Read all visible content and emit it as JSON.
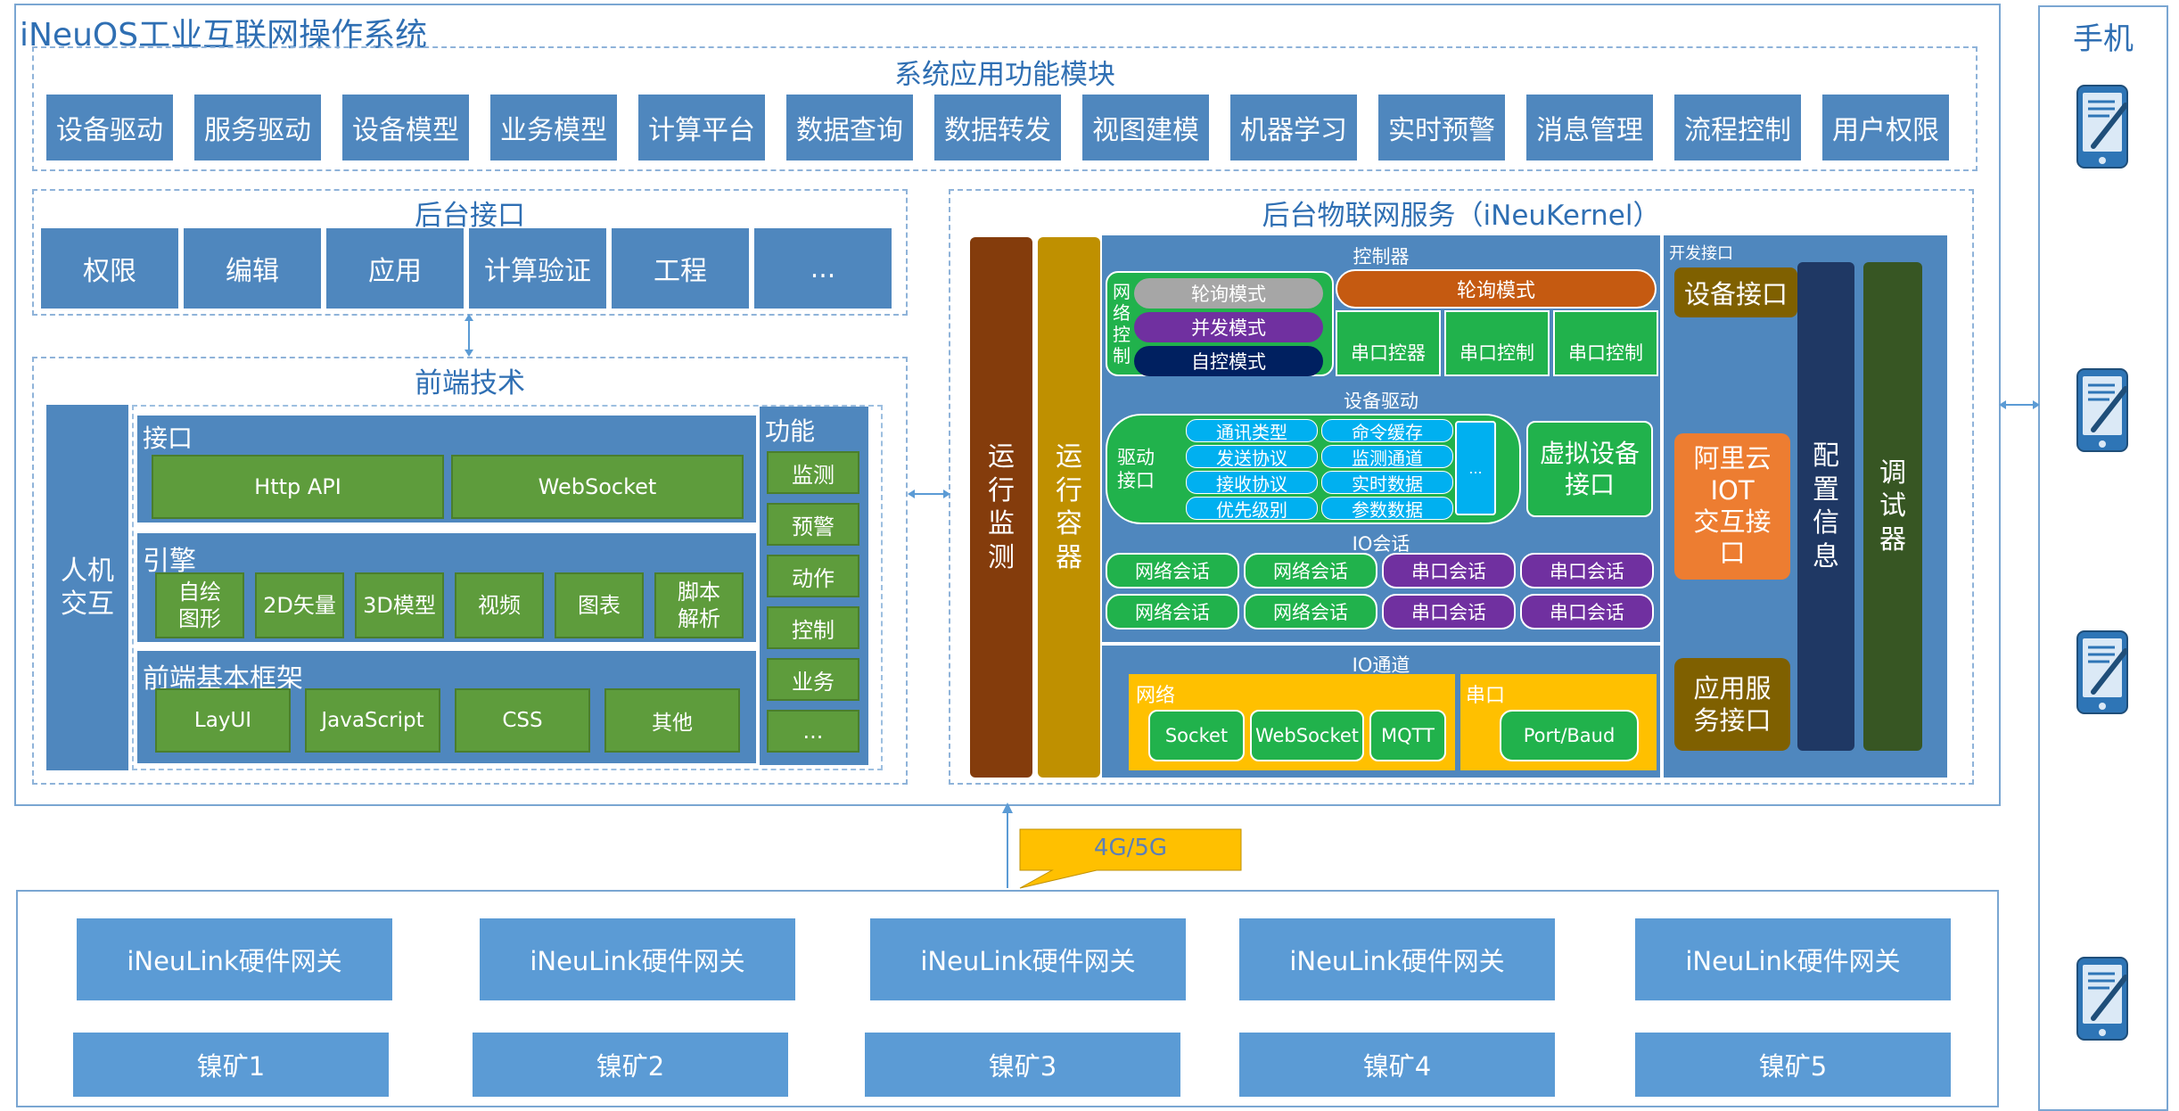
{
  "title": "iNeuOS工业互联网操作系统",
  "modules": {
    "title": "系统应用功能模块",
    "items": [
      "设备驱动",
      "服务驱动",
      "设备模型",
      "业务模型",
      "计算平台",
      "数据查询",
      "数据转发",
      "视图建模",
      "机器学习",
      "实时预警",
      "消息管理",
      "流程控制",
      "用户权限"
    ]
  },
  "backend": {
    "title": "后台接口",
    "items": [
      "权限",
      "编辑",
      "应用",
      "计算验证",
      "工程",
      "..."
    ]
  },
  "frontend": {
    "title": "前端技术",
    "hmi": [
      "人机",
      "交互"
    ],
    "interface": {
      "title": "接口",
      "items": [
        "Http API",
        "WebSocket"
      ]
    },
    "engine": {
      "title": "引擎",
      "items": [
        [
          "自绘",
          "图形"
        ],
        [
          "2D矢量"
        ],
        [
          "3D模型"
        ],
        [
          "视频"
        ],
        [
          "图表"
        ],
        [
          "脚本",
          "解析"
        ]
      ]
    },
    "framework": {
      "title": "前端基本框架",
      "items": [
        "LayUI",
        "JavaScript",
        "CSS",
        "其他"
      ]
    },
    "functions": {
      "title": "功能",
      "items": [
        "监测",
        "预警",
        "动作",
        "控制",
        "业务",
        "..."
      ]
    }
  },
  "iot": {
    "title": "后台物联网服务（iNeuKernel）",
    "run_monitor": [
      "运",
      "行",
      "监",
      "测"
    ],
    "run_container": [
      "运",
      "行",
      "容",
      "器"
    ],
    "controller": {
      "title": "控制器",
      "net_label": [
        "网",
        "络",
        "控",
        "制"
      ],
      "modes": [
        "轮询模式",
        "并发模式",
        "自控模式"
      ],
      "serial_mode": "轮询模式",
      "serial_items": [
        "串口控器",
        "串口控制",
        "串口控制"
      ]
    },
    "driver": {
      "title": "设备驱动",
      "label": [
        "驱动",
        "接口"
      ],
      "left": [
        "通讯类型",
        "发送协议",
        "接收协议",
        "优先级别"
      ],
      "right": [
        "命令缓存",
        "监测通道",
        "实时数据",
        "参数数据"
      ],
      "more": "...",
      "virtual": [
        "虚拟设备",
        "接口"
      ]
    },
    "session": {
      "title": "IO会话",
      "rows": [
        [
          "网络会话",
          "网络会话",
          "串口会话",
          "串口会话"
        ],
        [
          "网络会话",
          "网络会话",
          "串口会话",
          "串口会话"
        ]
      ]
    },
    "channel": {
      "title": "IO通道",
      "net_label": "网络",
      "net_items": [
        "Socket",
        "WebSocket",
        "MQTT"
      ],
      "serial_label": "串口",
      "serial_item": "Port/Baud"
    },
    "dev_api": {
      "title": "开发接口",
      "device": "设备接口",
      "aliyun": [
        "阿里云",
        "IOT",
        "交互接",
        "口"
      ],
      "app_service": [
        "应用服",
        "务接口"
      ],
      "config": [
        "配",
        "置",
        "信",
        "息"
      ],
      "debugger": [
        "调",
        "试",
        "器"
      ]
    }
  },
  "network_label": "4G/5G",
  "gateways": [
    "iNeuLink硬件网关",
    "iNeuLink硬件网关",
    "iNeuLink硬件网关",
    "iNeuLink硬件网关",
    "iNeuLink硬件网关"
  ],
  "mines": [
    "镍矿1",
    "镍矿2",
    "镍矿3",
    "镍矿4",
    "镍矿5"
  ],
  "phone": {
    "title": "手机",
    "count": 4
  }
}
